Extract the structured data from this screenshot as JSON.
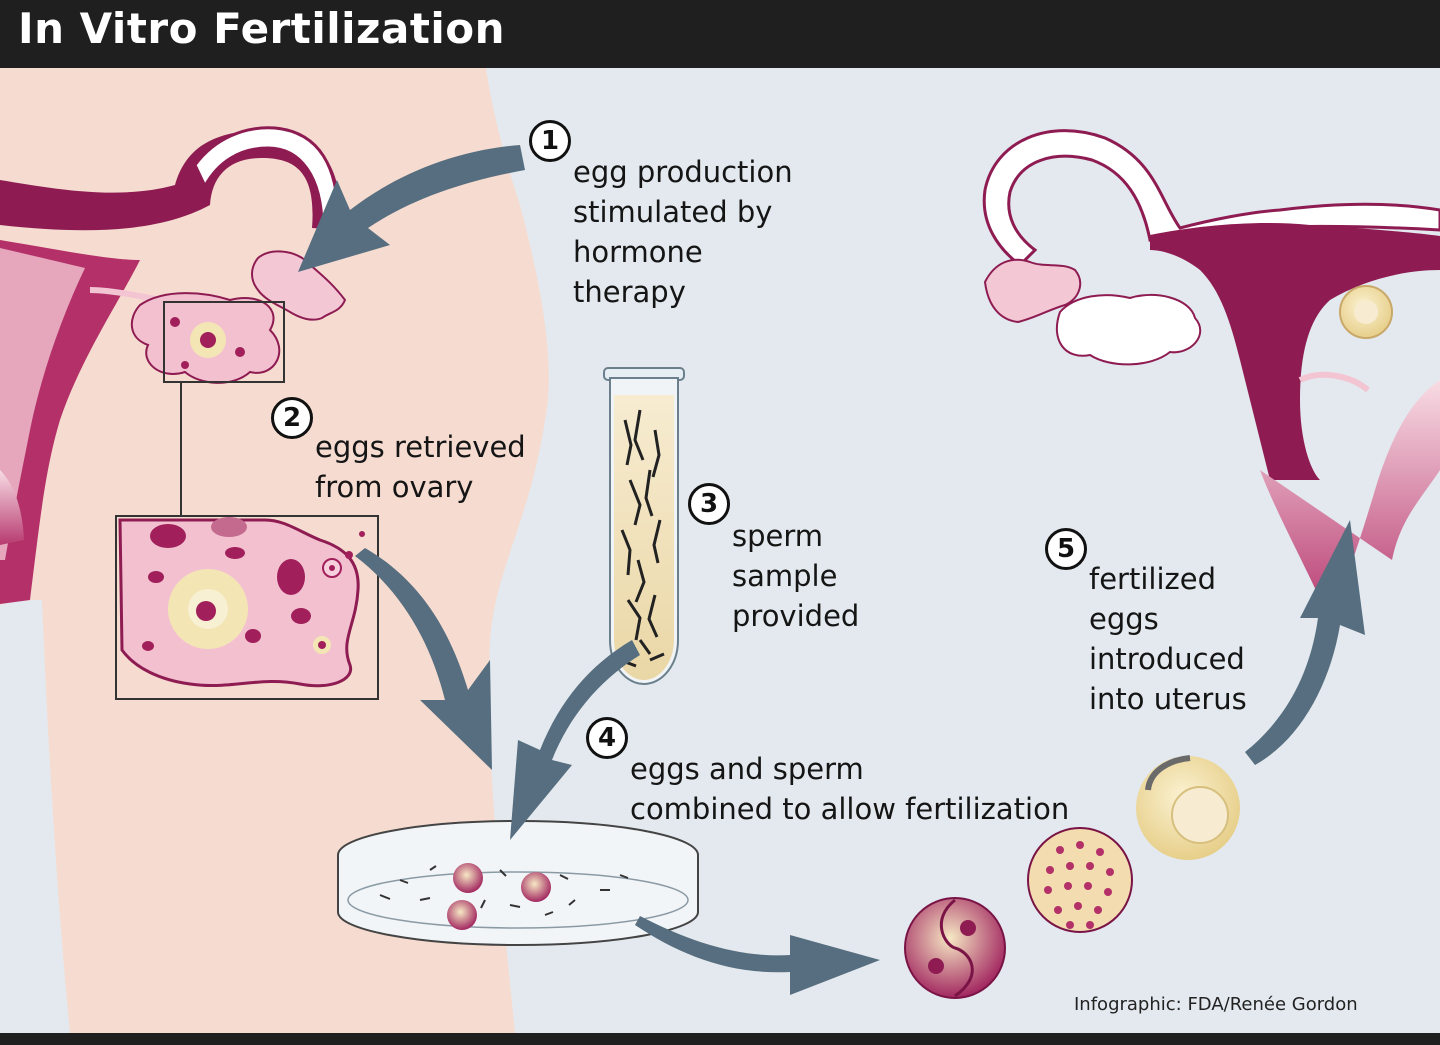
{
  "title": "In Vitro Fertilization",
  "steps": [
    {
      "number": "1",
      "lines": [
        "egg production",
        "stimulated by",
        "hormone",
        "therapy"
      ]
    },
    {
      "number": "2",
      "lines": [
        "eggs retrieved",
        "from ovary"
      ]
    },
    {
      "number": "3",
      "lines": [
        "sperm",
        "sample",
        "provided"
      ]
    },
    {
      "number": "4",
      "lines": [
        "eggs and sperm",
        "combined to allow fertilization"
      ]
    },
    {
      "number": "5",
      "lines": [
        "fertilized",
        "eggs",
        "introduced",
        "into uterus"
      ]
    }
  ],
  "credit": "Infographic: FDA/Renée Gordon",
  "colors": {
    "title_bar": "#1f1f1f",
    "body_skin": "#f6dcd0",
    "background": "#e3e9ee",
    "uterus": "#8e1c52",
    "uterus_light": "#f3c5d3",
    "arrow": "#566e7f",
    "egg_yellow": "#f3e6b4"
  },
  "icons": [
    "uterus-left-icon",
    "uterus-right-icon",
    "ovary-icon",
    "test-tube-icon",
    "petri-dish-icon",
    "embryo-icon"
  ]
}
